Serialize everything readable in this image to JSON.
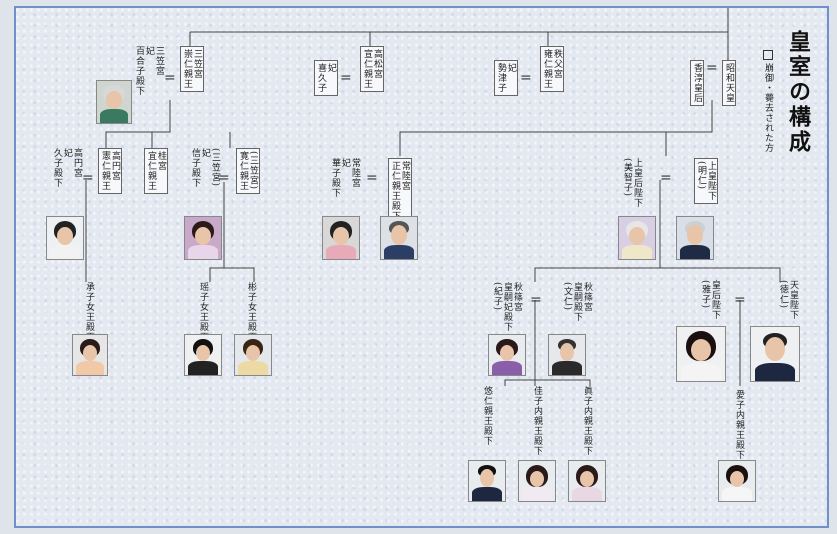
{
  "title": "皇室の構成",
  "legend": "崩御・薨去された方",
  "names": {
    "emperor_showa": "昭和天皇",
    "empress_kojun": "香淳皇后",
    "prince_chichibu": "秩父宮\n雍仁親王",
    "consort_chichibu": "妃\n勢津子",
    "prince_takamatsu": "高松宮\n宣仁親王",
    "consort_takamatsu": "妃\n喜久子",
    "prince_mikasa": "三笠宮\n崇仁親王",
    "consort_mikasa": "三笠宮\n妃\n百合子殿下",
    "prince_takamado": "高円宮\n憲仁親王",
    "consort_takamado": "高円宮\n妃\n久子殿下",
    "prince_katsura": "桂宮\n宜仁親王",
    "prince_tomohito": "(三笠宮)\n寛仁親王",
    "consort_tomohito": "(三笠宮)\n妃\n信子殿下",
    "princess_hitachi": "常陸宮\n妃\n華子殿下",
    "prince_hitachi": "常陸宮\n正仁親王殿下",
    "emperor_emeritus": "上皇陛下\n(明仁)",
    "empress_emerita": "上皇后陛下\n(美智子)",
    "emperor": "天皇陛下\n(徳仁)",
    "empress": "皇后陛下\n(雅子)",
    "crown_prince": "秋篠宮\n皇嗣殿下\n(文仁)",
    "crown_princess": "秋篠宮\n皇嗣妃殿下\n(紀子)",
    "princess_aiko": "愛子内親王殿下",
    "princess_mako": "眞子内親王殿下",
    "princess_kako": "佳子内親王殿下",
    "prince_hisahito": "悠仁親王殿下",
    "princess_tsuguko": "承子女王殿下",
    "princess_yoko": "瑶子女王殿下",
    "princess_akiko": "彬子女王殿下"
  },
  "colors": {
    "border": "#6f90c9",
    "line": "#444444",
    "paper": "#e4e9f1"
  }
}
